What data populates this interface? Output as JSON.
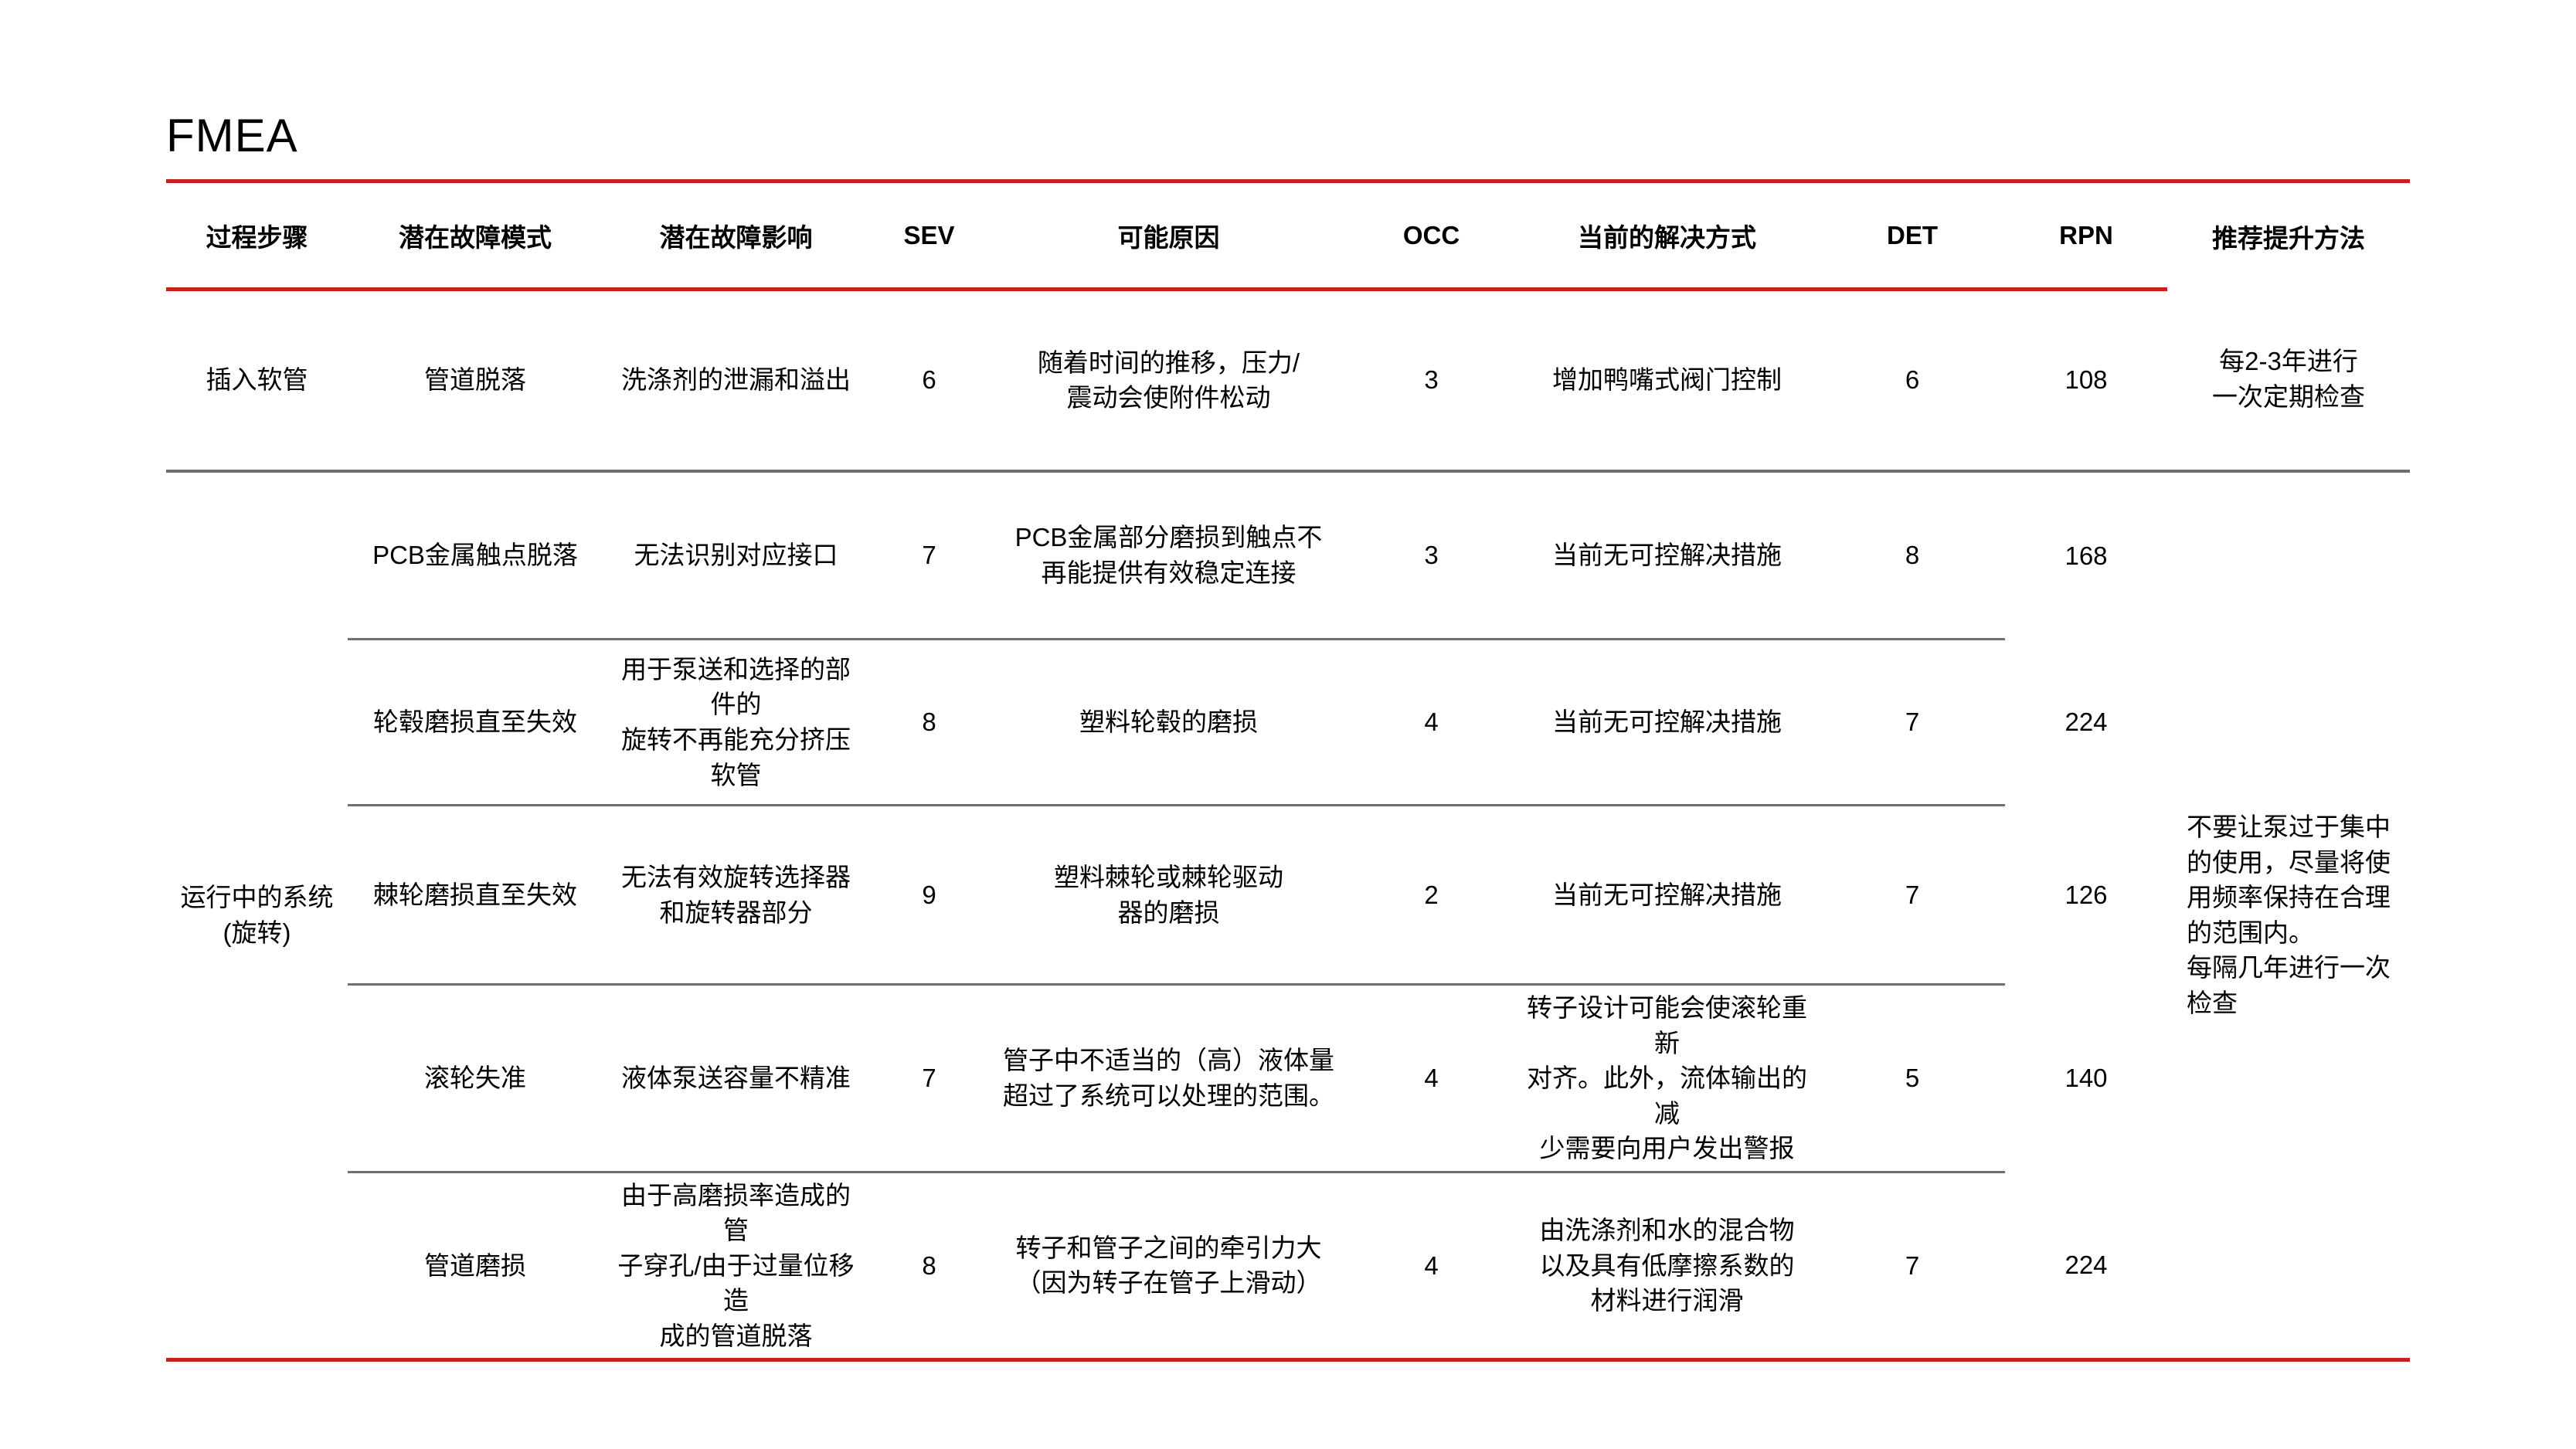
{
  "title": "FMEA",
  "colors": {
    "accent_red": "#C8201C",
    "divider_gray": "#6F6F6F",
    "text": "#000000",
    "background": "#FFFFFF"
  },
  "table": {
    "headers": [
      "过程步骤",
      "潜在故障模式",
      "潜在故障影响",
      "SEV",
      "可能原因",
      "OCC",
      "当前的解决方式",
      "DET",
      "RPN",
      "推荐提升方法"
    ],
    "groups": [
      {
        "process_step": "插入软管",
        "recommendation": "每2-3年进行\n一次定期检查",
        "rows": [
          {
            "failure_mode": "管道脱落",
            "failure_effect": "洗涤剂的泄漏和溢出",
            "sev": "6",
            "cause": "随着时间的推移，压力/\n震动会使附件松动",
            "occ": "3",
            "current_solution": "增加鸭嘴式阀门控制",
            "det": "6",
            "rpn": "108"
          }
        ]
      },
      {
        "process_step": "运行中的系统\n(旋转)",
        "recommendation": "不要让泵过于集中\n的使用，尽量将使\n用频率保持在合理\n的范围内。\n每隔几年进行一次\n检查",
        "rows": [
          {
            "failure_mode": "PCB金属触点脱落",
            "failure_effect": "无法识别对应接口",
            "sev": "7",
            "cause": "PCB金属部分磨损到触点不\n再能提供有效稳定连接",
            "occ": "3",
            "current_solution": "当前无可控解决措施",
            "det": "8",
            "rpn": "168"
          },
          {
            "failure_mode": "轮毂磨损直至失效",
            "failure_effect": "用于泵送和选择的部件的\n旋转不再能充分挤压软管",
            "sev": "8",
            "cause": "塑料轮毂的磨损",
            "occ": "4",
            "current_solution": "当前无可控解决措施",
            "det": "7",
            "rpn": "224"
          },
          {
            "failure_mode": "棘轮磨损直至失效",
            "failure_effect": "无法有效旋转选择器\n和旋转器部分",
            "sev": "9",
            "cause": "塑料棘轮或棘轮驱动\n器的磨损",
            "occ": "2",
            "current_solution": "当前无可控解决措施",
            "det": "7",
            "rpn": "126"
          },
          {
            "failure_mode": "滚轮失准",
            "failure_effect": "液体泵送容量不精准",
            "sev": "7",
            "cause": "管子中不适当的（高）液体量\n超过了系统可以处理的范围。",
            "occ": "4",
            "current_solution": "转子设计可能会使滚轮重新\n对齐。此外，流体输出的减\n少需要向用户发出警报",
            "det": "5",
            "rpn": "140"
          },
          {
            "failure_mode": "管道磨损",
            "failure_effect": "由于高磨损率造成的管\n子穿孔/由于过量位移造\n成的管道脱落",
            "sev": "8",
            "cause": "转子和管子之间的牵引力大\n（因为转子在管子上滑动）",
            "occ": "4",
            "current_solution": "由洗涤剂和水的混合物\n以及具有低摩擦系数的\n材料进行润滑",
            "det": "7",
            "rpn": "224"
          }
        ]
      }
    ]
  }
}
